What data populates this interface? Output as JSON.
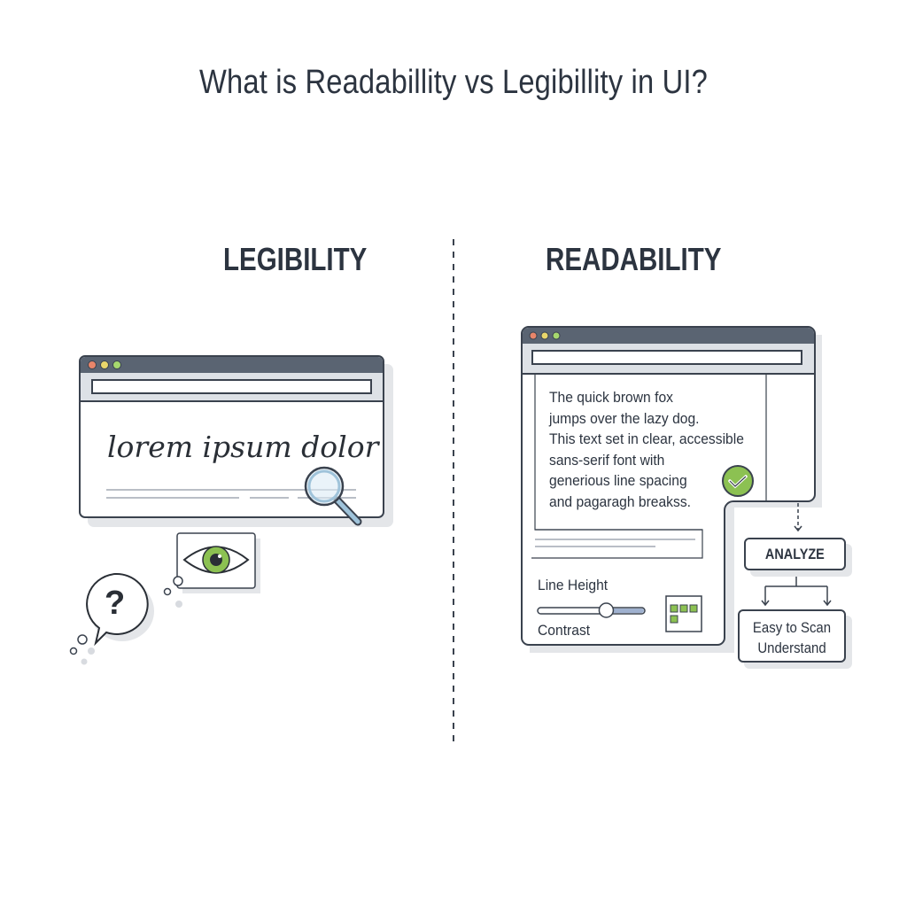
{
  "title": "What is Readabillity vs Legibillity in UI?",
  "legibility": {
    "heading": "LEGIBILITY",
    "sample_text": "lorem ipsum dolor",
    "icons": [
      "magnifier-icon",
      "eye-icon",
      "question-bubble-icon"
    ],
    "question_mark": "?"
  },
  "readability": {
    "heading": "READABILITY",
    "paragraph_lines": [
      "The quick brown fox",
      "jumps over the lazy dog.",
      "This text set in clear, accessible",
      "sans-serif font with",
      "generious line spacing",
      "and pagaragh breakss."
    ],
    "line_height_label": "Line Height",
    "contrast_label": "Contrast",
    "slider_value": 0.64,
    "analyze_label": "ANALYZE",
    "result_lines": [
      "Easy to Scan",
      "Understand"
    ]
  },
  "colors": {
    "ink": "#2c3440",
    "titlebar": "#5a6472",
    "accent_green": "#8cc152",
    "dot_red": "#e8856a",
    "dot_yellow": "#e9d66b",
    "dot_green": "#a6d86e"
  }
}
